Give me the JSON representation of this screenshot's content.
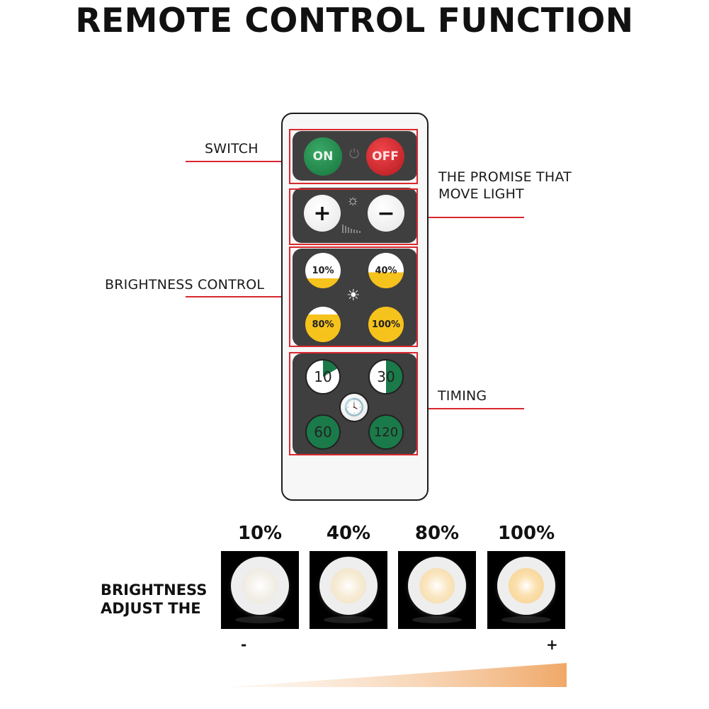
{
  "title": "REMOTE CONTROL FUNCTION",
  "callouts": {
    "switch": "SWITCH",
    "move_line1": "THE PROMISE THAT",
    "move_line2": "MOVE LIGHT",
    "brightness": "BRIGHTNESS CONTROL",
    "timing": "TIMING"
  },
  "remote": {
    "on_label": "ON",
    "off_label": "OFF",
    "plus_label": "+",
    "minus_label": "−",
    "brightness_buttons": [
      "10%",
      "40%",
      "80%",
      "100%"
    ],
    "timer_buttons": [
      "10",
      "30",
      "60",
      "120"
    ]
  },
  "brightness_levels": [
    "10%",
    "40%",
    "80%",
    "100%"
  ],
  "adjust_label_line1": "BRIGHTNESS",
  "adjust_label_line2": "ADJUST THE",
  "scale_minus": "-",
  "scale_plus": "+",
  "colors": {
    "accent_red": "#d9282e",
    "on_green": "#16753d",
    "off_red": "#b41a1f",
    "yellow": "#f6c21c",
    "timer_green": "#1b7a4a",
    "panel": "#3f3f3f",
    "gradient_orange": "#f0a868"
  }
}
